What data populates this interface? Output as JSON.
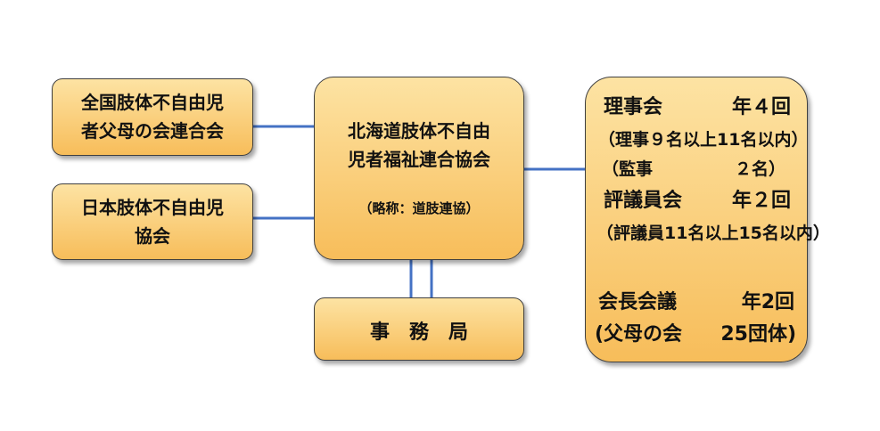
{
  "org_a": {
    "line1": "全国肢体不自由児",
    "line2": "者父母の会連合会"
  },
  "org_b": {
    "line1": "日本肢体不自由児",
    "line2": "協会"
  },
  "main_org": {
    "line1": "北海道肢体不自由",
    "line2": "児者福祉連合協会",
    "abbrev": "（略称：道肢連協）"
  },
  "office": {
    "label": "事　務　局"
  },
  "governance": {
    "board": {
      "label": "理事会",
      "freq": "年４回",
      "note": "（理事９名以上11名以内）"
    },
    "auditor": {
      "label": "（監事",
      "count": "２名）"
    },
    "council": {
      "label": "評議員会",
      "freq": "年２回",
      "note": "（評議員11名以上15名以内）"
    },
    "chairs": {
      "label": "会長会議",
      "freq": "年2回"
    },
    "parents": {
      "label": "(父母の会",
      "count": "25団体)"
    }
  },
  "colors": {
    "box_top": "#fde3a3",
    "box_bottom": "#f7bd5a",
    "connector": "#4472c4",
    "border": "#404040"
  }
}
